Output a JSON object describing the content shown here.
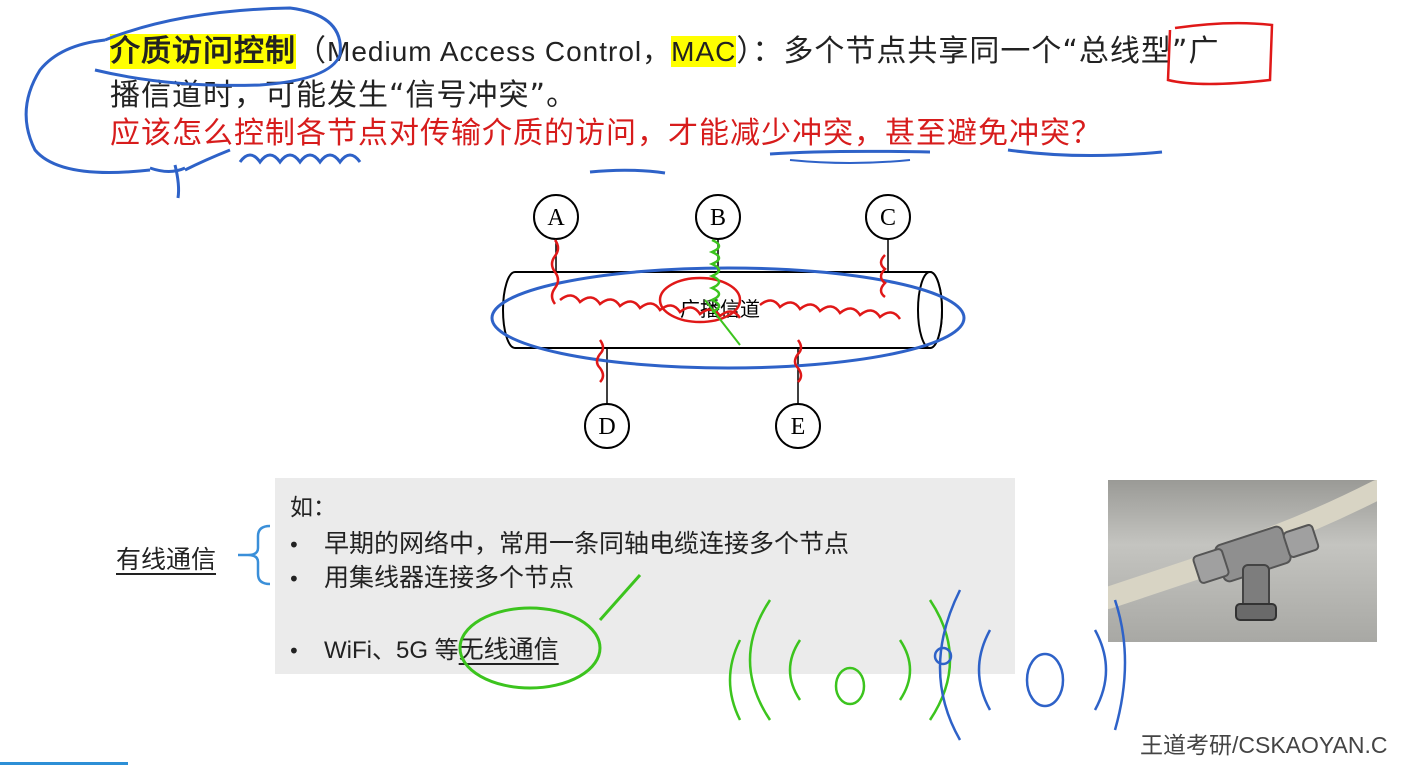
{
  "header": {
    "term_cn": "介质访问控制",
    "paren_open": "（",
    "term_en": "Medium Access Control，",
    "term_abbr": "MAC",
    "paren_close": "）",
    "desc_part1": "：多个节点共享同一个“",
    "desc_bus": "总线型",
    "desc_part2": "”广",
    "line2": "播信道时，可能发生“信号冲突”。",
    "question": "应该怎么控制各节点对传输介质的访问，才能减少冲突，甚至避免冲突？"
  },
  "diagram": {
    "nodes": [
      "A",
      "B",
      "C",
      "D",
      "E"
    ],
    "channel_label": "广播信道"
  },
  "examples": {
    "wired_label": "有线通信",
    "heading": "如：",
    "items": [
      "早期的网络中，常用一条同轴电缆连接多个节点",
      "用集线器连接多个节点"
    ],
    "wireless_prefix": "WiFi、5G 等",
    "wireless_label": "无线通信",
    "bullet": "•"
  },
  "footer": {
    "brand": "王道考研/CSKAOYAN.C"
  },
  "colors": {
    "highlight": "#ffff00",
    "question_red": "#d71c1c",
    "ink_blue": "#2e62c8",
    "ink_red": "#e01818",
    "ink_green": "#3cc41e",
    "brand_blue": "#2d8fd6"
  }
}
